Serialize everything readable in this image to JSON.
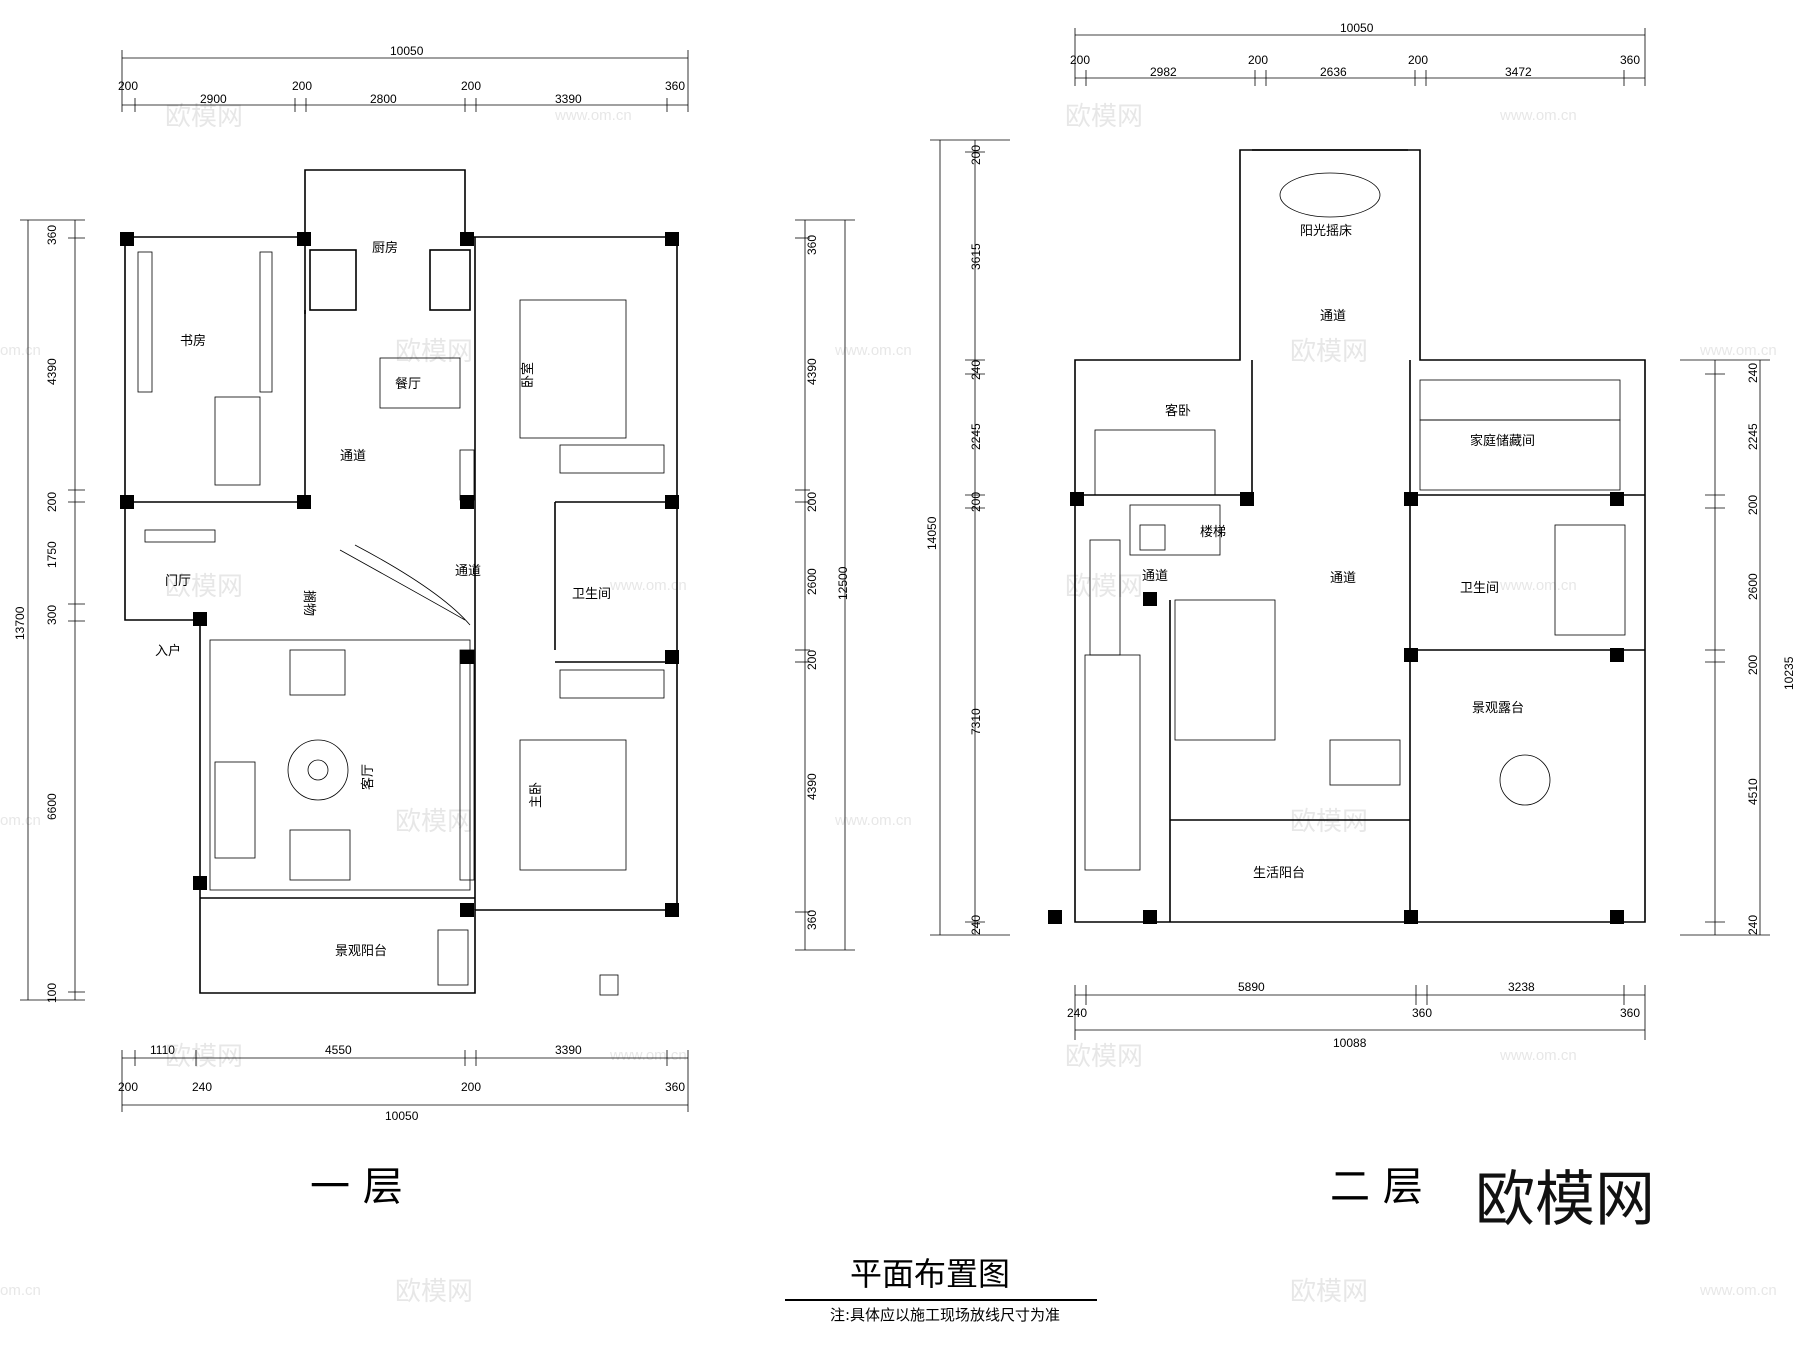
{
  "floor1": {
    "label": "一 层",
    "rooms": {
      "study": "书房",
      "kitchen": "厨房",
      "dining": "餐厅",
      "bedroom": "卧室",
      "corridor": "通道",
      "entry_hall": "门厅",
      "entrance": "入户",
      "storage": "搁物",
      "hall2": "通道",
      "bathroom": "卫生间",
      "living": "客厅",
      "master": "主卧",
      "balcony": "景观阳台"
    },
    "dims": {
      "top_total": "10050",
      "top_segments": [
        "200",
        "2900",
        "200",
        "2800",
        "200",
        "3390",
        "360"
      ],
      "left_total": "13700",
      "left_segments": [
        "360",
        "4390",
        "200",
        "1750",
        "300",
        "6600",
        "100"
      ],
      "right_total": "12500",
      "right_segments": [
        "360",
        "4390",
        "200",
        "2600",
        "200",
        "4390",
        "360"
      ],
      "bottom_upper": [
        "1110",
        "4550",
        "3390"
      ],
      "bottom_lower": [
        "200",
        "240",
        "200",
        "360"
      ],
      "bottom_total": "10050"
    }
  },
  "floor2": {
    "label": "二 层",
    "rooms": {
      "sun_room": "阳光摇床",
      "corridor_top": "通道",
      "guest": "客卧",
      "storage_room": "家庭储藏间",
      "stairs": "楼梯",
      "hall_left": "通道",
      "hall_center": "通道",
      "bathroom": "卫生间",
      "terrace": "景观露台",
      "utility_balcony": "生活阳台"
    },
    "dims": {
      "top_total": "10050",
      "top_segments": [
        "200",
        "2982",
        "200",
        "2636",
        "200",
        "3472",
        "360"
      ],
      "left_total": "14050",
      "left_segments": [
        "200",
        "3615",
        "240",
        "2245",
        "200",
        "7310",
        "240"
      ],
      "right_total": "10235",
      "right_segments": [
        "240",
        "2245",
        "200",
        "2600",
        "200",
        "4510",
        "240"
      ],
      "bottom_upper": [
        "5890",
        "3238"
      ],
      "bottom_lower": [
        "240",
        "360",
        "360"
      ],
      "bottom_total": "10088"
    }
  },
  "title": "平面布置图",
  "note": "注:具体应以施工现场放线尺寸为准",
  "logo": "欧模网",
  "watermark": {
    "text": "欧模网",
    "url": "www.om.cn",
    "url_short": "om.cn"
  }
}
